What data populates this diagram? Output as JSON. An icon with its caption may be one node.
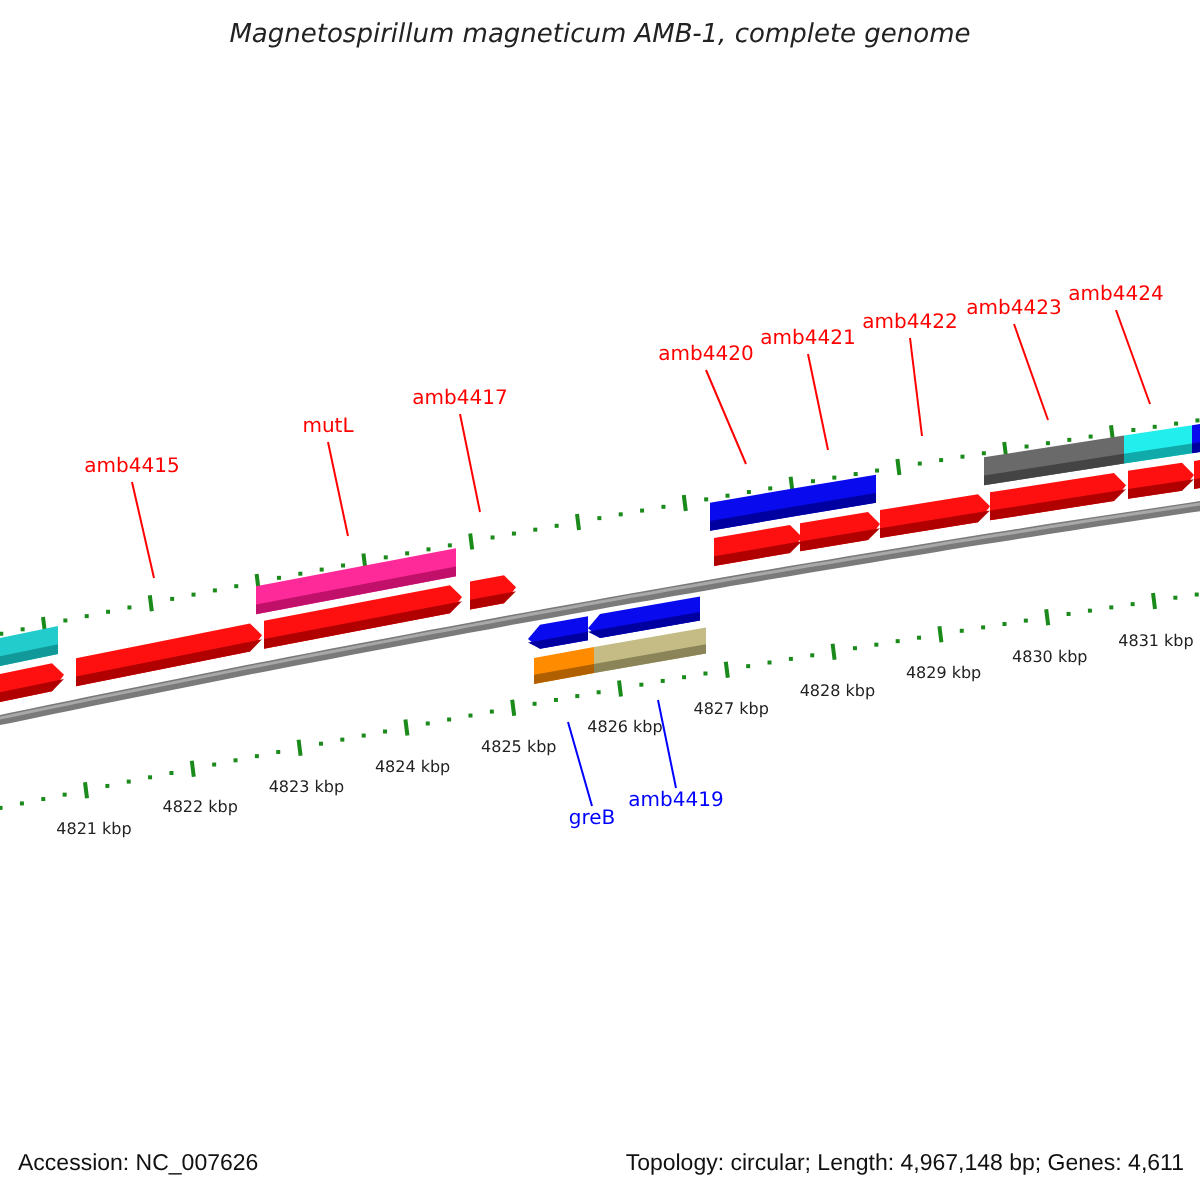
{
  "diagram": {
    "title": "Magnetospirillum magneticum AMB-1, complete genome",
    "nodes": [
      {
        "text": [
          "amb4415"
        ]
      },
      {
        "text": [
          "mutL"
        ]
      },
      {
        "text": [
          "amb4417"
        ]
      },
      {
        "text": [
          "amb4420"
        ]
      },
      {
        "text": [
          "amb4421"
        ]
      },
      {
        "text": [
          "amb4422"
        ]
      },
      {
        "text": [
          "amb4423"
        ]
      },
      {
        "text": [
          "amb4424"
        ]
      },
      {
        "text": [
          "greB"
        ]
      },
      {
        "text": [
          "amb4419"
        ]
      }
    ],
    "edges": [
      {
        "from": 0,
        "to": null,
        "arrow": "none"
      },
      {
        "from": 1,
        "to": null,
        "arrow": "none"
      },
      {
        "from": 2,
        "to": null,
        "arrow": "none"
      },
      {
        "from": 3,
        "to": null,
        "arrow": "none"
      },
      {
        "from": 4,
        "to": null,
        "arrow": "none"
      },
      {
        "from": 5,
        "to": null,
        "arrow": "none"
      },
      {
        "from": 6,
        "to": null,
        "arrow": "none"
      },
      {
        "from": 7,
        "to": null,
        "arrow": "none"
      },
      {
        "from": 8,
        "to": null,
        "arrow": "none",
        "color": "#0000ff"
      },
      {
        "from": 9,
        "to": null,
        "arrow": "none",
        "color": "#0000ff"
      }
    ],
    "labels": [
      "4821 kbp",
      "4822 kbp",
      "4823 kbp",
      "4824 kbp",
      "4825 kbp",
      "4826 kbp",
      "4827 kbp",
      "4828 kbp",
      "4829 kbp",
      "4830 kbp",
      "4831 kbp",
      "Accession: NC_007626",
      "Topology: circular; Length: 4,967,148 bp; Genes: 4,611"
    ]
  }
}
